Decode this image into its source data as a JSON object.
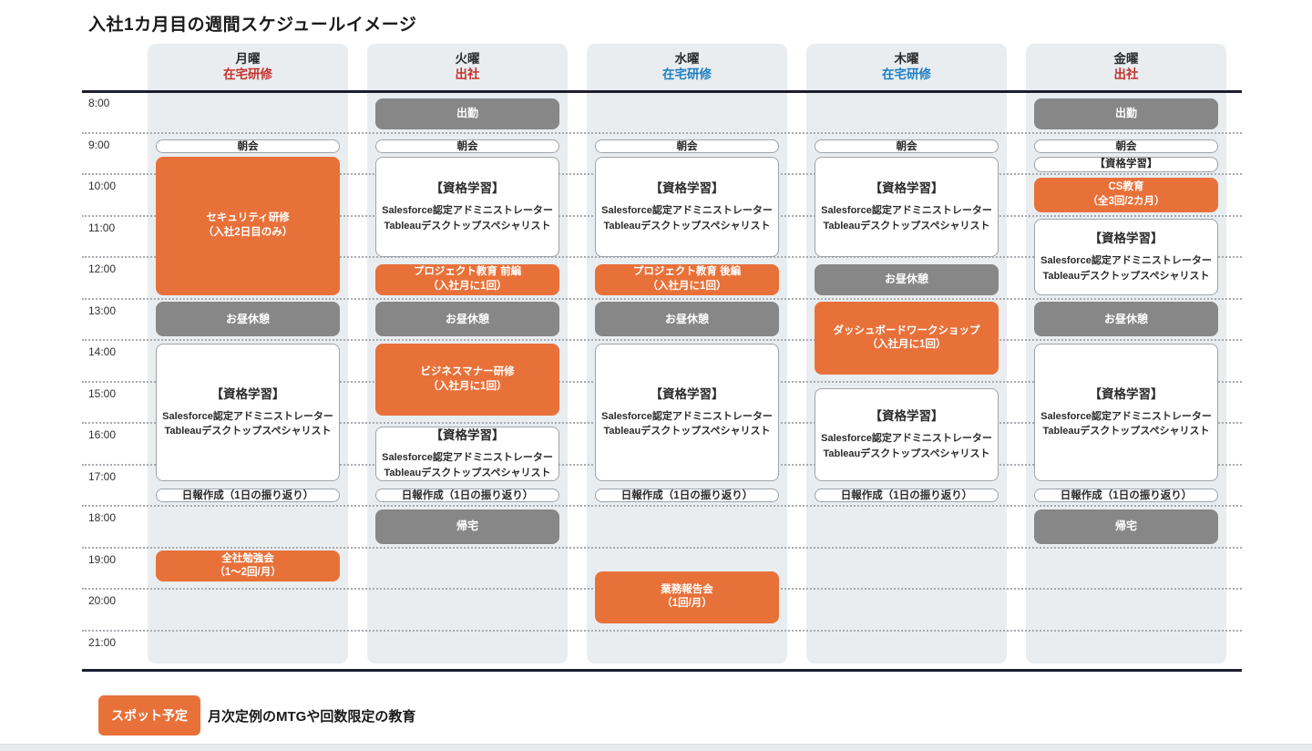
{
  "title": "入社1カ月目の週間スケジュールイメージ",
  "colors": {
    "spot": "#E8713A",
    "office": "#878787",
    "red": "#C5312D",
    "blue": "#1D7FC4",
    "column_bg": "#E9EDF0",
    "grid_line": "#1C1D30",
    "dash": "#A6ABB0"
  },
  "time_axis": {
    "start": "8:00",
    "end": "22:00",
    "labels": [
      "8:00",
      "9:00",
      "10:00",
      "11:00",
      "12:00",
      "13:00",
      "14:00",
      "15:00",
      "16:00",
      "17:00",
      "18:00",
      "19:00",
      "20:00",
      "21:00"
    ]
  },
  "legend": {
    "badge": "スポット予定",
    "description": "月次定例のMTGや回数限定の教育"
  },
  "days": [
    {
      "name": "月曜",
      "status": "在宅研修",
      "status_color": "red",
      "events": [
        {
          "type": "regular",
          "start": "9:10",
          "end": "9:30",
          "title": "朝会"
        },
        {
          "type": "spot",
          "start": "9:35",
          "end": "12:55",
          "title": "セキュリティ研修",
          "subtitle": "（入社2日目のみ）"
        },
        {
          "type": "office",
          "start": "13:05",
          "end": "13:55",
          "title": "お昼休憩"
        },
        {
          "type": "regular",
          "start": "14:05",
          "end": "17:25",
          "title": "【資格学習】",
          "lines": [
            "Salesforce認定アドミニストレーター",
            "Tableauデスクトップスペシャリスト"
          ]
        },
        {
          "type": "regular",
          "start": "17:35",
          "end": "17:55",
          "title": "日報作成（1日の振り返り）"
        },
        {
          "type": "spot",
          "start": "19:05",
          "end": "19:50",
          "title": "全社勉強会",
          "subtitle": "（1～2回/月）"
        }
      ]
    },
    {
      "name": "火曜",
      "status": "出社",
      "status_color": "red",
      "events": [
        {
          "type": "office",
          "start": "8:10",
          "end": "8:55",
          "title": "出勤"
        },
        {
          "type": "regular",
          "start": "9:10",
          "end": "9:30",
          "title": "朝会"
        },
        {
          "type": "regular",
          "start": "9:35",
          "end": "12:00",
          "title": "【資格学習】",
          "lines": [
            "Salesforce認定アドミニストレーター",
            "Tableauデスクトップスペシャリスト"
          ]
        },
        {
          "type": "spot",
          "start": "12:10",
          "end": "12:55",
          "title": "プロジェクト教育 前編",
          "subtitle": "（入社月に1回）"
        },
        {
          "type": "office",
          "start": "13:05",
          "end": "13:55",
          "title": "お昼休憩"
        },
        {
          "type": "spot",
          "start": "14:05",
          "end": "15:50",
          "title": "ビジネスマナー研修",
          "subtitle": "（入社月に1回）"
        },
        {
          "type": "regular",
          "start": "16:05",
          "end": "17:25",
          "title": "【資格学習】",
          "lines": [
            "Salesforce認定アドミニストレーター",
            "Tableauデスクトップスペシャリスト"
          ]
        },
        {
          "type": "regular",
          "start": "17:35",
          "end": "17:55",
          "title": "日報作成（1日の振り返り）"
        },
        {
          "type": "office",
          "start": "18:05",
          "end": "18:55",
          "title": "帰宅"
        }
      ]
    },
    {
      "name": "水曜",
      "status": "在宅研修",
      "status_color": "blue",
      "events": [
        {
          "type": "regular",
          "start": "9:10",
          "end": "9:30",
          "title": "朝会"
        },
        {
          "type": "regular",
          "start": "9:35",
          "end": "12:00",
          "title": "【資格学習】",
          "lines": [
            "Salesforce認定アドミニストレーター",
            "Tableauデスクトップスペシャリスト"
          ]
        },
        {
          "type": "spot",
          "start": "12:10",
          "end": "12:55",
          "title": "プロジェクト教育 後編",
          "subtitle": "（入社月に1回）"
        },
        {
          "type": "office",
          "start": "13:05",
          "end": "13:55",
          "title": "お昼休憩"
        },
        {
          "type": "regular",
          "start": "14:05",
          "end": "17:25",
          "title": "【資格学習】",
          "lines": [
            "Salesforce認定アドミニストレーター",
            "Tableauデスクトップスペシャリスト"
          ]
        },
        {
          "type": "regular",
          "start": "17:35",
          "end": "17:55",
          "title": "日報作成（1日の振り返り）"
        },
        {
          "type": "spot",
          "start": "19:35",
          "end": "20:50",
          "title": "業務報告会",
          "subtitle": "（1回/月）"
        }
      ]
    },
    {
      "name": "木曜",
      "status": "在宅研修",
      "status_color": "blue",
      "events": [
        {
          "type": "regular",
          "start": "9:10",
          "end": "9:30",
          "title": "朝会"
        },
        {
          "type": "regular",
          "start": "9:35",
          "end": "12:00",
          "title": "【資格学習】",
          "lines": [
            "Salesforce認定アドミニストレーター",
            "Tableauデスクトップスペシャリスト"
          ]
        },
        {
          "type": "office",
          "start": "12:10",
          "end": "12:55",
          "title": "お昼休憩"
        },
        {
          "type": "spot",
          "start": "13:05",
          "end": "14:50",
          "title": "ダッシュボードワークショップ",
          "subtitle": "（入社月に1回）"
        },
        {
          "type": "regular",
          "start": "15:10",
          "end": "17:25",
          "title": "【資格学習】",
          "lines": [
            "Salesforce認定アドミニストレーター",
            "Tableauデスクトップスペシャリスト"
          ]
        },
        {
          "type": "regular",
          "start": "17:35",
          "end": "17:55",
          "title": "日報作成（1日の振り返り）"
        }
      ]
    },
    {
      "name": "金曜",
      "status": "出社",
      "status_color": "red",
      "events": [
        {
          "type": "office",
          "start": "8:10",
          "end": "8:55",
          "title": "出勤"
        },
        {
          "type": "regular",
          "start": "9:10",
          "end": "9:30",
          "title": "朝会"
        },
        {
          "type": "regular",
          "start": "9:35",
          "end": "9:57",
          "title": "【資格学習】"
        },
        {
          "type": "spot",
          "start": "10:05",
          "end": "10:55",
          "title": "CS教育",
          "subtitle": "（全3回/2カ月）"
        },
        {
          "type": "regular",
          "start": "11:05",
          "end": "12:55",
          "title": "【資格学習】",
          "lines": [
            "Salesforce認定アドミニストレーター",
            "Tableauデスクトップスペシャリスト"
          ]
        },
        {
          "type": "office",
          "start": "13:05",
          "end": "13:55",
          "title": "お昼休憩"
        },
        {
          "type": "regular",
          "start": "14:05",
          "end": "17:25",
          "title": "【資格学習】",
          "lines": [
            "Salesforce認定アドミニストレーター",
            "Tableauデスクトップスペシャリスト"
          ]
        },
        {
          "type": "regular",
          "start": "17:35",
          "end": "17:55",
          "title": "日報作成（1日の振り返り）"
        },
        {
          "type": "office",
          "start": "18:05",
          "end": "18:55",
          "title": "帰宅"
        }
      ]
    }
  ]
}
